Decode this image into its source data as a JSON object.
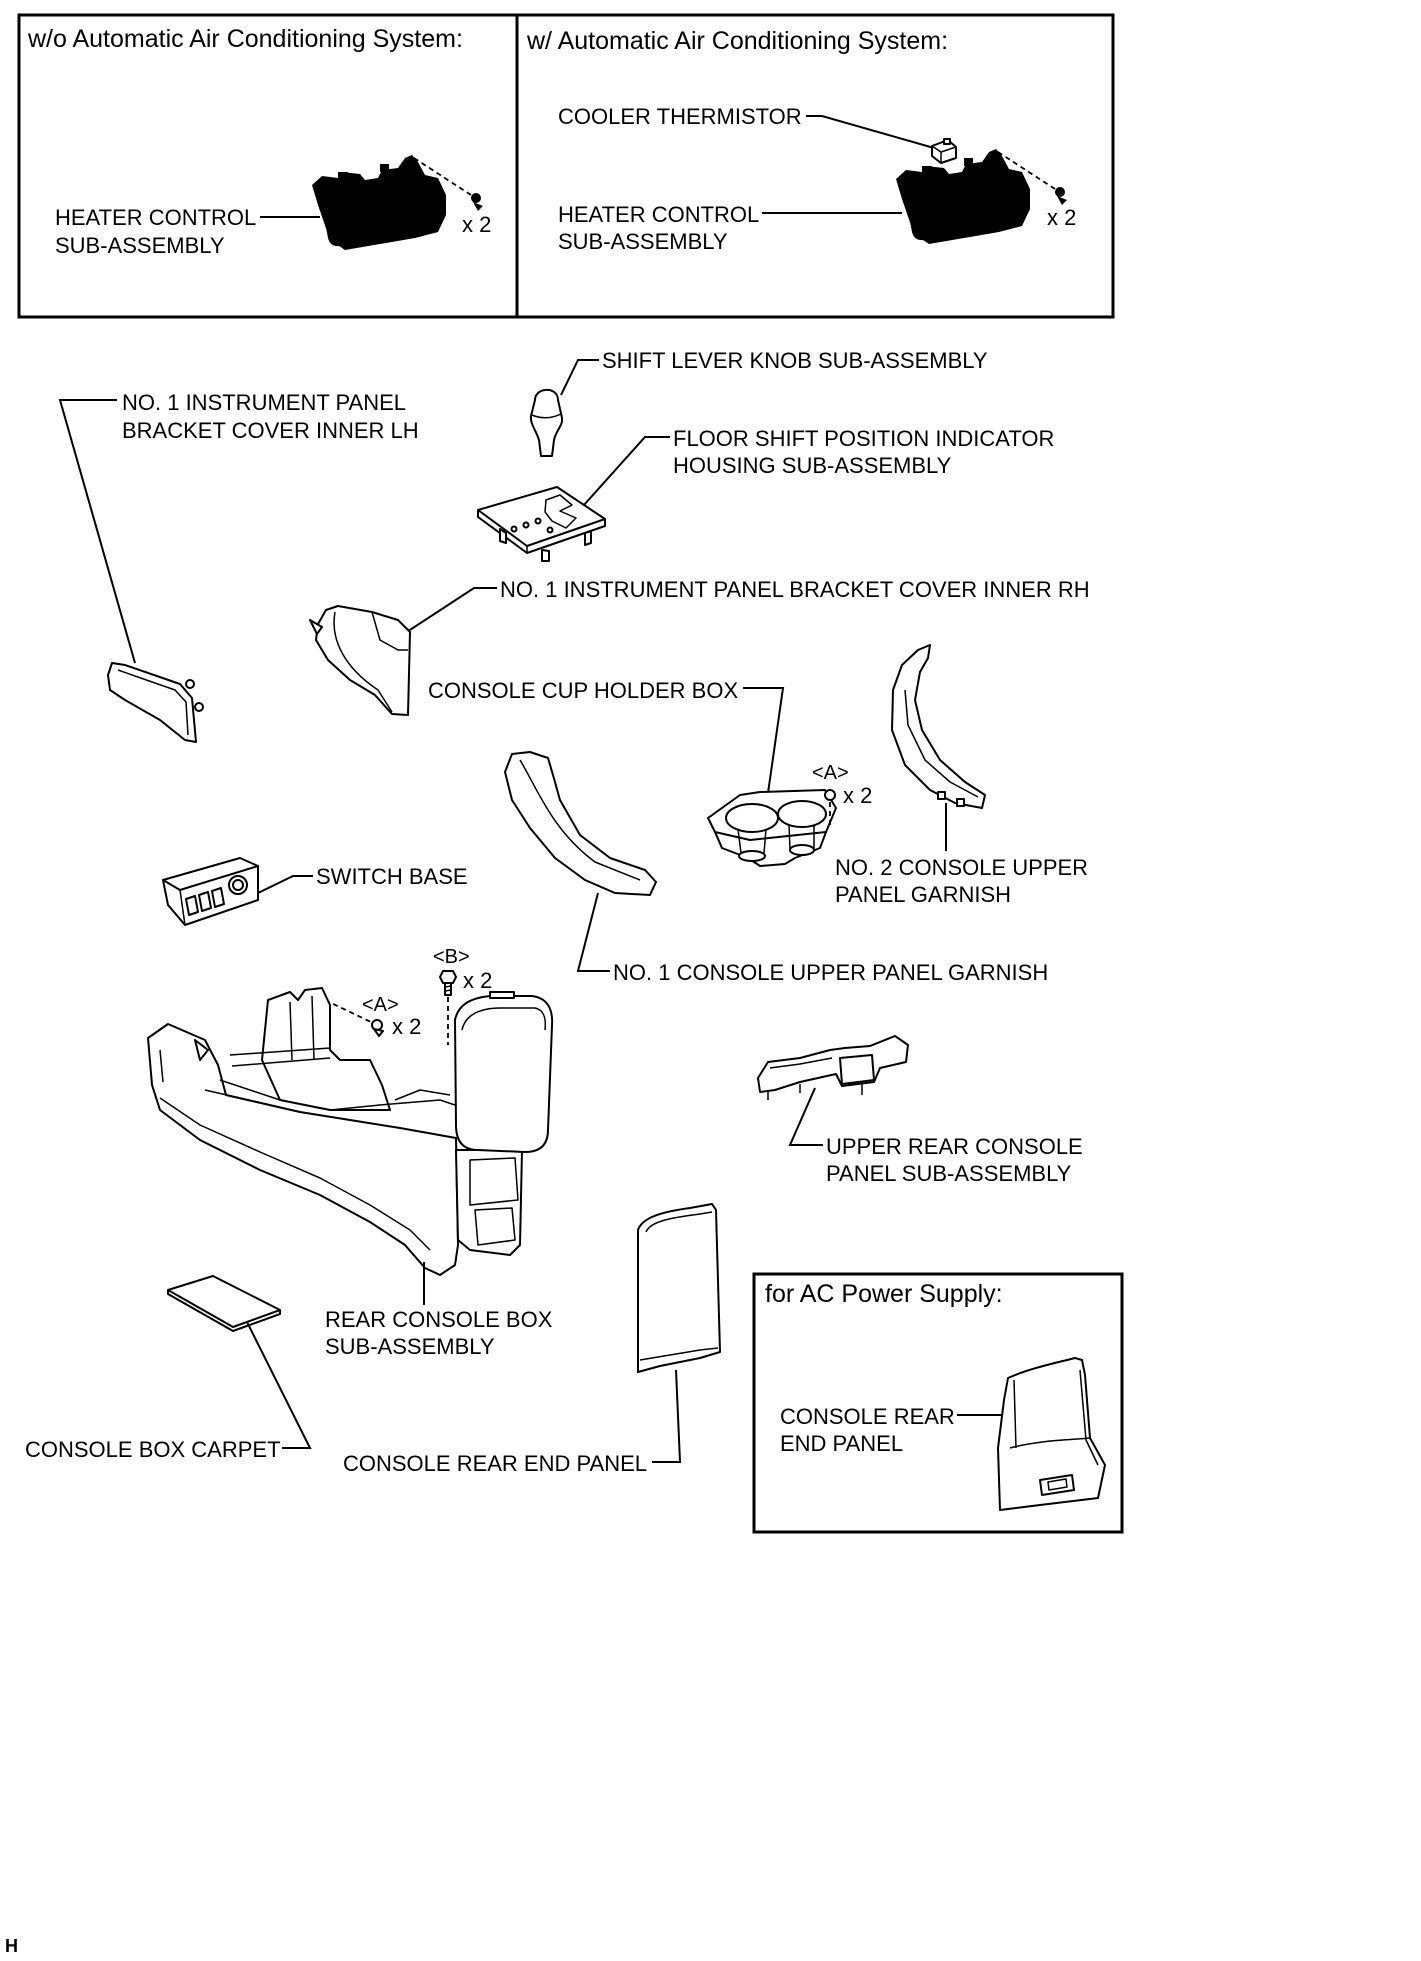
{
  "figure": {
    "code": "H"
  },
  "heater_control_variants": {
    "without_automatic_ac": {
      "title": "w/o Automatic Air Conditioning System:",
      "heater_control": [
        "HEATER CONTROL",
        "SUB-ASSEMBLY"
      ],
      "screw_qty": "x 2"
    },
    "with_automatic_ac": {
      "title": "w/ Automatic Air Conditioning System:",
      "cooler_thermistor": "COOLER THERMISTOR",
      "heater_control": [
        "HEATER CONTROL",
        "SUB-ASSEMBLY"
      ],
      "screw_qty": "x 2"
    }
  },
  "parts": {
    "shift_lever_knob": [
      "SHIFT LEVER KNOB SUB-ASSEMBLY"
    ],
    "bracket_cover_lh": [
      "NO. 1 INSTRUMENT PANEL",
      "BRACKET COVER INNER LH"
    ],
    "shift_indicator_housing": [
      "FLOOR SHIFT POSITION INDICATOR",
      "HOUSING SUB-ASSEMBLY"
    ],
    "bracket_cover_rh": [
      "NO. 1 INSTRUMENT PANEL BRACKET COVER INNER RH"
    ],
    "cup_holder_box": [
      "CONSOLE CUP HOLDER BOX"
    ],
    "no2_upper_panel_garnish": [
      "NO. 2 CONSOLE UPPER",
      "PANEL GARNISH"
    ],
    "switch_base": [
      "SWITCH BASE"
    ],
    "no1_upper_panel_garnish": [
      "NO. 1 CONSOLE UPPER PANEL GARNISH"
    ],
    "upper_rear_console_panel": [
      "UPPER REAR CONSOLE",
      "PANEL SUB-ASSEMBLY"
    ],
    "rear_console_box": [
      "REAR CONSOLE BOX",
      "SUB-ASSEMBLY"
    ],
    "console_box_carpet": [
      "CONSOLE BOX CARPET"
    ],
    "console_rear_end_panel": [
      "CONSOLE REAR END PANEL"
    ]
  },
  "fasteners": {
    "cup_holder_screw": {
      "ref": "<A>",
      "qty": "x 2"
    },
    "console_box_bolt": {
      "ref": "<B>",
      "qty": "x 2"
    },
    "console_box_screw": {
      "ref": "<A>",
      "qty": "x 2"
    }
  },
  "ac_power_supply_inset": {
    "title": "for AC Power Supply:",
    "console_rear_end_panel": [
      "CONSOLE REAR",
      "END PANEL"
    ]
  }
}
